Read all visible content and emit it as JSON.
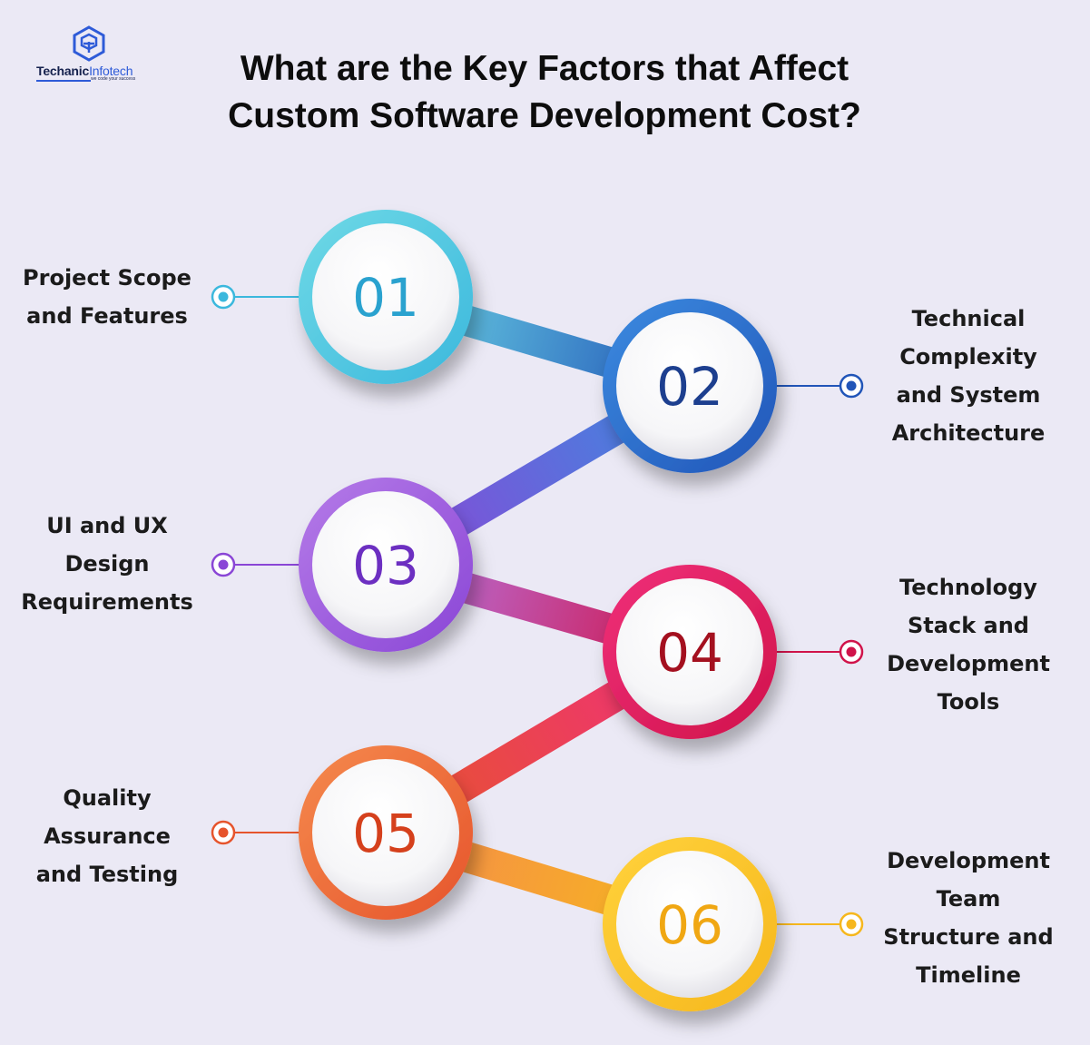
{
  "logo": {
    "brand_main": "Techanic",
    "brand_accent": "Infotech",
    "tagline": "we code your success"
  },
  "title": {
    "line1": "What are the Key Factors that Affect",
    "line2": "Custom Software Development Cost?"
  },
  "factors": [
    {
      "number": "01",
      "label_lines": [
        "Project Scope",
        "and Features"
      ],
      "side": "left",
      "color": "#3bb8dd",
      "color_light": "#6fd9e6",
      "num_color": "#2aa2cf"
    },
    {
      "number": "02",
      "label_lines": [
        "Technical",
        "Complexity",
        "and System",
        "Architecture"
      ],
      "side": "right",
      "color": "#2155b8",
      "color_light": "#3c8be0",
      "num_color": "#1d3f8f"
    },
    {
      "number": "03",
      "label_lines": [
        "UI and UX",
        "Design",
        "Requirements"
      ],
      "side": "left",
      "color": "#8a46d6",
      "color_light": "#b57be8",
      "num_color": "#6c2fc1"
    },
    {
      "number": "04",
      "label_lines": [
        "Technology",
        "Stack and",
        "Development",
        "Tools"
      ],
      "side": "right",
      "color": "#d0134a",
      "color_light": "#f0307a",
      "num_color": "#a4101f"
    },
    {
      "number": "05",
      "label_lines": [
        "Quality",
        "Assurance",
        "and Testing"
      ],
      "side": "left",
      "color": "#e6542c",
      "color_light": "#f58a4d",
      "num_color": "#d5401c"
    },
    {
      "number": "06",
      "label_lines": [
        "Development",
        "Team",
        "Structure and",
        "Timeline"
      ],
      "side": "right",
      "color": "#f6b71d",
      "color_light": "#ffd23c",
      "num_color": "#f0a713"
    }
  ]
}
